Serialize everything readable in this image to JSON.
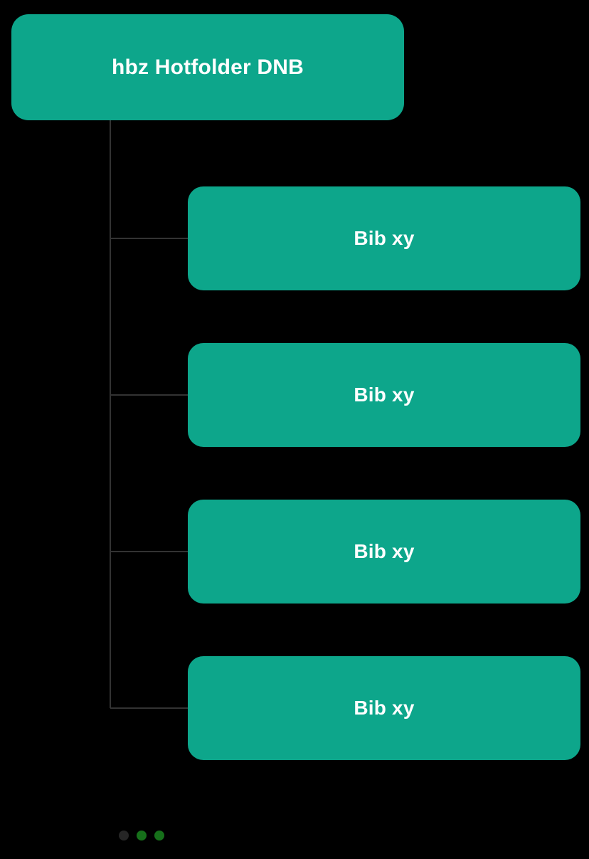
{
  "diagram": {
    "type": "org-tree",
    "background_color": "#000000",
    "node_color": "#0da68b",
    "node_text_color": "#ffffff",
    "connector_color": "#333333",
    "root": {
      "label": "hbz Hotfolder DNB"
    },
    "children": [
      {
        "label": "Bib xy"
      },
      {
        "label": "Bib xy"
      },
      {
        "label": "Bib xy"
      },
      {
        "label": "Bib xy"
      }
    ]
  },
  "pagination": {
    "dots": [
      {
        "state": "inactive",
        "color": "#262626"
      },
      {
        "state": "active",
        "color": "#16701a"
      },
      {
        "state": "active",
        "color": "#16701a"
      }
    ]
  }
}
